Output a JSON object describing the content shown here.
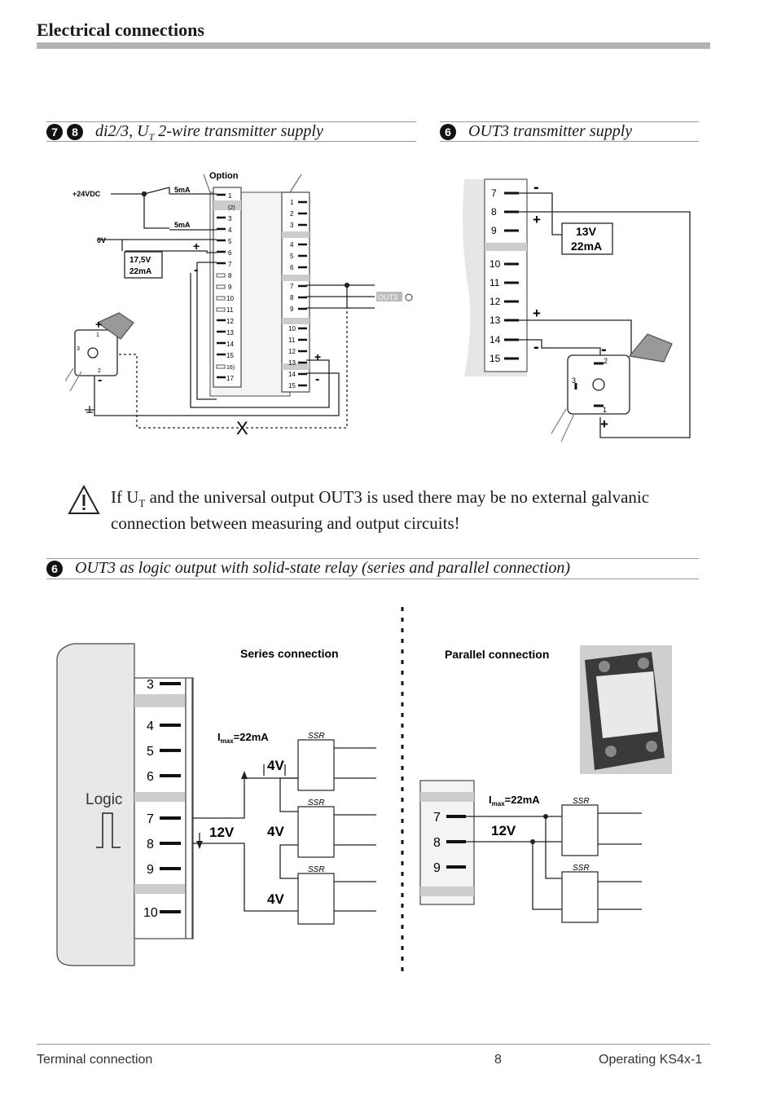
{
  "page": {
    "title": "Electrical connections"
  },
  "sections": {
    "s1": {
      "badges": [
        "7",
        "8"
      ],
      "heading_pre": "di2/3, U",
      "heading_sub": "T",
      "heading_post": " 2-wire transmitter supply"
    },
    "s2": {
      "badge": "6",
      "heading": "OUT3 transmitter supply"
    },
    "s3": {
      "badge": "6",
      "heading": "OUT3 as logic output with solid-state relay (series and parallel connection)"
    }
  },
  "diagram1": {
    "option": "Option",
    "supply": "+24VDC",
    "zero": "0V",
    "current1": "5mA",
    "current2": "5mA",
    "box": [
      "17,5V",
      "22mA"
    ],
    "plus": "+",
    "minus": "-",
    "out3": "OUT3",
    "cross": "X",
    "terminals_left": [
      "1",
      "(2)",
      "3",
      "4",
      "5",
      "6",
      "7",
      "8",
      "9",
      "10",
      "11",
      "12",
      "13",
      "14",
      "15",
      "16)",
      "17"
    ],
    "terminals_right": [
      "1",
      "2",
      "3",
      "4",
      "5",
      "6",
      "7",
      "8",
      "9",
      "10",
      "11",
      "12",
      "13",
      "14",
      "15"
    ],
    "sensor_pins": [
      "1",
      "2",
      "3"
    ]
  },
  "diagram2": {
    "terminals": [
      "7",
      "8",
      "9",
      "10",
      "11",
      "12",
      "13",
      "14",
      "15"
    ],
    "box": [
      "13V",
      "22mA"
    ],
    "sensor_pins": [
      "2",
      "3",
      "1"
    ],
    "plus": "+",
    "minus": "-"
  },
  "warning": {
    "pre": "If U",
    "sub": "T",
    "post": " and the universal output OUT3 is used there may be no external galvanic connection between measuring and output circuits!"
  },
  "diagram3": {
    "series_label": "Series connection",
    "parallel_label": "Parallel connection",
    "logic": "Logic",
    "imax_pre": "I",
    "imax_sub": "max",
    "imax_post": "=22mA",
    "v12": "12V",
    "v4": "4V",
    "ssr": "SSR",
    "terminals_series": [
      "3",
      "4",
      "5",
      "6",
      "7",
      "8",
      "9",
      "10"
    ],
    "terminals_parallel": [
      "7",
      "8",
      "9"
    ]
  },
  "footer": {
    "left": "Terminal connection",
    "center": "8",
    "right": "Operating KS4x-1"
  }
}
